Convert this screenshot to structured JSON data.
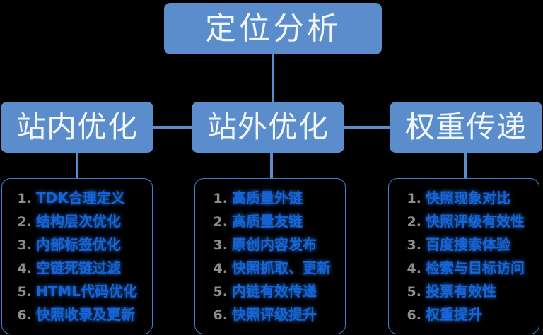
{
  "diagram": {
    "type": "hierarchy-tree",
    "background_color": "#000000",
    "node_fill_color": "#5b8ccb",
    "node_text_color": "#ffffff",
    "connector_color": "#5b8ccb",
    "panel_border_color": "#3f7fd0",
    "list_number_color": "#8d8d8d",
    "list_text_color": "#1565d8",
    "root": {
      "label": "定位分析"
    },
    "branches": [
      {
        "id": "onsite",
        "label": "站内优化",
        "items": [
          {
            "num": "1.",
            "text": "TDK合理定义"
          },
          {
            "num": "2.",
            "text": "结构层次优化"
          },
          {
            "num": "3.",
            "text": "内部标签优化"
          },
          {
            "num": "4.",
            "text": "空链死链过滤"
          },
          {
            "num": "5.",
            "text": "HTML代码优化"
          },
          {
            "num": "6.",
            "text": "快照收录及更新"
          }
        ]
      },
      {
        "id": "offsite",
        "label": "站外优化",
        "items": [
          {
            "num": "1.",
            "text": "高质量外链"
          },
          {
            "num": "2.",
            "text": "高质量友链"
          },
          {
            "num": "3.",
            "text": "原创内容发布"
          },
          {
            "num": "4.",
            "text": "快照抓取、更新"
          },
          {
            "num": "5.",
            "text": "内链有效传递"
          },
          {
            "num": "6.",
            "text": "快照评级提升"
          }
        ]
      },
      {
        "id": "weight",
        "label": "权重传递",
        "items": [
          {
            "num": "1.",
            "text": "快照现象对比"
          },
          {
            "num": "2.",
            "text": "快照评级有效性"
          },
          {
            "num": "3.",
            "text": "百度搜索体验"
          },
          {
            "num": "4.",
            "text": "检索与目标访问"
          },
          {
            "num": "5.",
            "text": "投票有效性"
          },
          {
            "num": "6.",
            "text": "权重提升"
          }
        ]
      }
    ]
  }
}
